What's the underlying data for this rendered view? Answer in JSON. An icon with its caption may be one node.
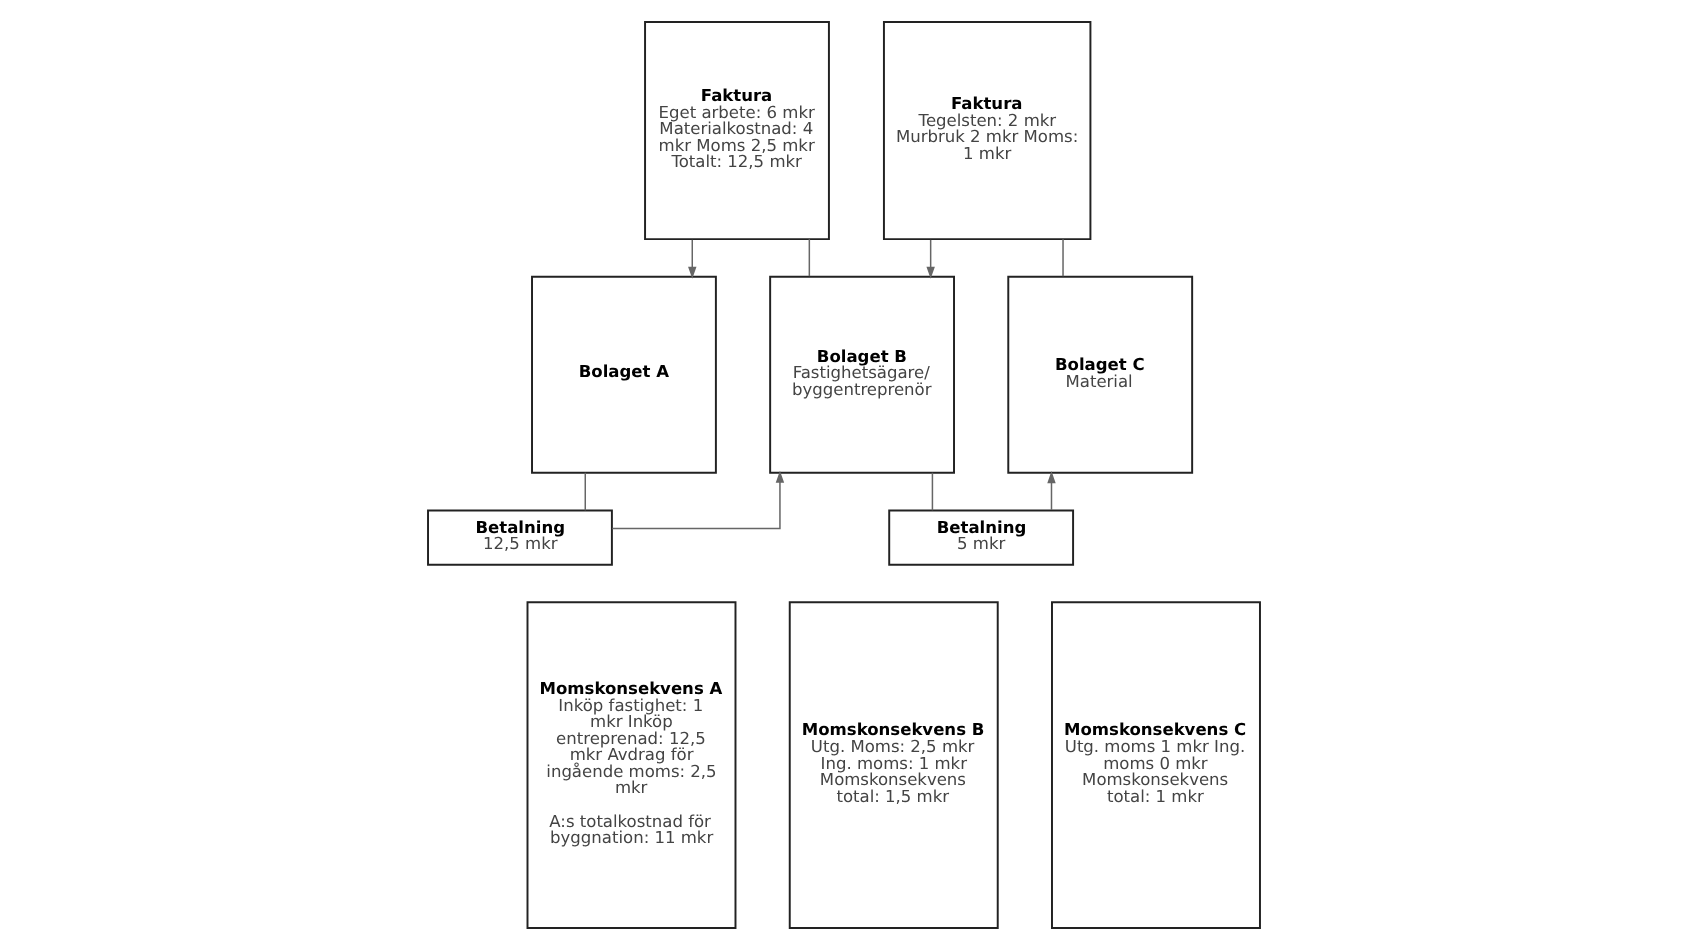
{
  "diagram": {
    "nodes": [
      {
        "text": [
          "Bolaget A"
        ]
      },
      {
        "text": [
          "Faktura",
          "Eget arbete: 6 mkr Materialkostnad: 4 mkr Moms 2,5 mkr Totalt: 12,5 mkr"
        ]
      },
      {
        "text": [
          "Bolaget B",
          "Fastighetsägare/ byggentreprenör"
        ]
      },
      {
        "text": [
          "Faktura",
          "Tegelsten: 2 mkr Murbruk 2 mkr Moms: 1 mkr"
        ]
      },
      {
        "text": [
          "Bolaget C",
          "Material"
        ]
      },
      {
        "text": [
          "Betalning",
          "12,5 mkr"
        ]
      },
      {
        "text": [
          "Betalning",
          "5 mkr"
        ]
      },
      {
        "text": [
          "Momskonsekvens A",
          "Inköp fastighet: 1 mkr Inköp entreprenad: 12,5 mkr Avdrag för ingående moms: 2,5 mkr",
          "A:s totalkostnad för byggnation: 11 mkr"
        ]
      },
      {
        "text": [
          "Momskonsekvens B",
          "Utg. Moms: 2,5 mkr Ing. moms: 1 mkr Momskonsekvens total: 1,5 mkr"
        ]
      },
      {
        "text": [
          "Momskonsekvens C",
          "Utg. moms 1 mkr Ing. moms 0 mkr Momskonsekvens total: 1 mkr"
        ]
      }
    ],
    "edges": [
      {
        "from": 2,
        "to": 1,
        "arrow": "none"
      },
      {
        "from": 1,
        "to": 0,
        "arrow": "to"
      },
      {
        "from": 4,
        "to": 3,
        "arrow": "none"
      },
      {
        "from": 3,
        "to": 2,
        "arrow": "to"
      },
      {
        "from": 0,
        "to": 5,
        "arrow": "none"
      },
      {
        "from": 5,
        "to": 2,
        "arrow": "to"
      },
      {
        "from": 2,
        "to": 6,
        "arrow": "none"
      },
      {
        "from": 6,
        "to": 4,
        "arrow": "to"
      }
    ]
  }
}
